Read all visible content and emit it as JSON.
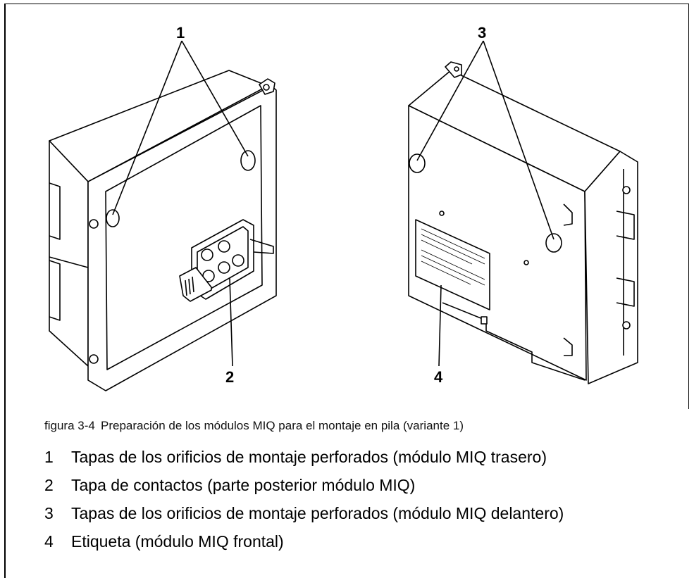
{
  "figure": {
    "callouts": [
      "1",
      "2",
      "3",
      "4"
    ]
  },
  "caption": {
    "number": "figura 3-4",
    "text": "Preparación de los módulos MIQ para el montaje en pila (variante 1)"
  },
  "legend": [
    {
      "num": "1",
      "text": "Tapas de los orificios de montaje perforados (módulo MIQ trasero)"
    },
    {
      "num": "2",
      "text": "Tapa de contactos (parte posterior módulo MIQ)"
    },
    {
      "num": "3",
      "text": "Tapas de los orificios de montaje perforados (módulo MIQ delantero)"
    },
    {
      "num": "4",
      "text": "Etiqueta (módulo MIQ frontal)"
    }
  ]
}
